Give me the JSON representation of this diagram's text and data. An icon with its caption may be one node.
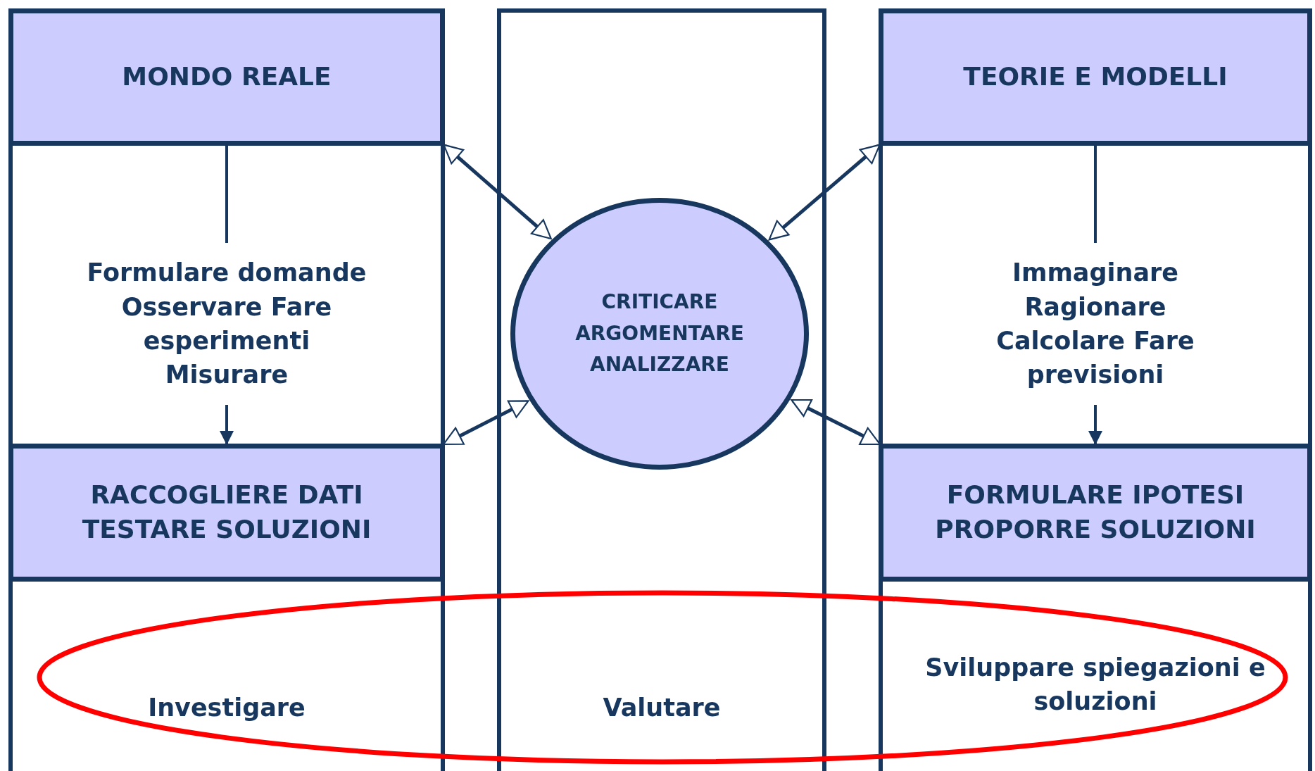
{
  "diagram": {
    "nodes": [
      {
        "text": [],
        "shape": "box"
      },
      {
        "text": [
          "MONDO REALE"
        ],
        "in": 0
      },
      {
        "text": [
          "Formulare domande Osservare Fare esperimenti Misurare"
        ],
        "in": 0
      },
      {
        "text": [
          "RACCOGLIERE DATI TESTARE SOLUZIONI"
        ],
        "in": 0
      },
      {
        "text": [
          "Investigare"
        ],
        "in": 0
      },
      {
        "text": [],
        "shape": "box"
      },
      {
        "text": [
          "CRITICARE ARGOMENTARE ANALIZZARE"
        ],
        "in": 5
      },
      {
        "text": [
          "Valutare"
        ],
        "in": 5
      },
      {
        "text": [],
        "shape": "box"
      },
      {
        "text": [
          "TEORIE E MODELLI"
        ],
        "in": 8
      },
      {
        "text": [
          "Immaginare Ragionare Calcolare Fare previsioni"
        ],
        "in": 8
      },
      {
        "text": [
          "FORMULARE IPOTESI PROPORRE SOLUZIONI"
        ],
        "in": 8
      },
      {
        "text": [
          "Sviluppare spiegazioni e soluzioni"
        ],
        "in": 8
      }
    ],
    "edges": [
      {
        "from": 1,
        "to": 2,
        "arrow": "none"
      },
      {
        "from": 2,
        "to": 3,
        "arrow": "to"
      },
      {
        "from": 9,
        "to": 10,
        "arrow": "none"
      },
      {
        "from": 10,
        "to": 11,
        "arrow": "to"
      },
      {
        "from": 1,
        "to": 6,
        "arrow": "both"
      },
      {
        "from": 9,
        "to": 6,
        "arrow": "both"
      },
      {
        "from": 3,
        "to": 6,
        "arrow": "both"
      },
      {
        "from": 11,
        "to": 6,
        "arrow": "both"
      }
    ]
  }
}
